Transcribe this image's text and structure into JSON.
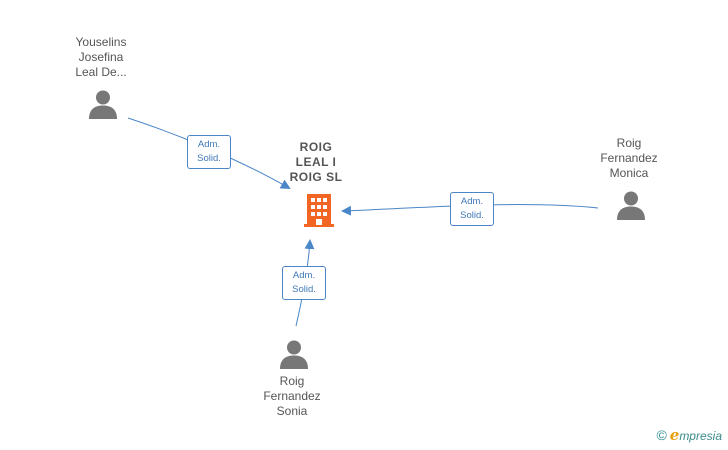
{
  "company": {
    "name_lines": [
      "ROIG",
      "LEAL I",
      "ROIG  SL"
    ]
  },
  "people": [
    {
      "id": "youselins",
      "name_lines": [
        "Youselins",
        "Josefina",
        "Leal De..."
      ]
    },
    {
      "id": "monica",
      "name_lines": [
        "Roig",
        "Fernandez",
        "Monica"
      ]
    },
    {
      "id": "sonia",
      "name_lines": [
        "Roig",
        "Fernandez",
        "Sonia"
      ]
    }
  ],
  "relations": [
    {
      "from": "youselins",
      "role_lines": [
        "Adm.",
        "Solid."
      ]
    },
    {
      "from": "monica",
      "role_lines": [
        "Adm.",
        "Solid."
      ]
    },
    {
      "from": "sonia",
      "role_lines": [
        "Adm.",
        "Solid."
      ]
    }
  ],
  "colors": {
    "edge": "#4a86c8",
    "company_icon": "#f26522",
    "person_icon": "#777777"
  },
  "footer": {
    "copyright_symbol": "©",
    "brand_initial": "e",
    "brand_rest": "mpresia"
  }
}
